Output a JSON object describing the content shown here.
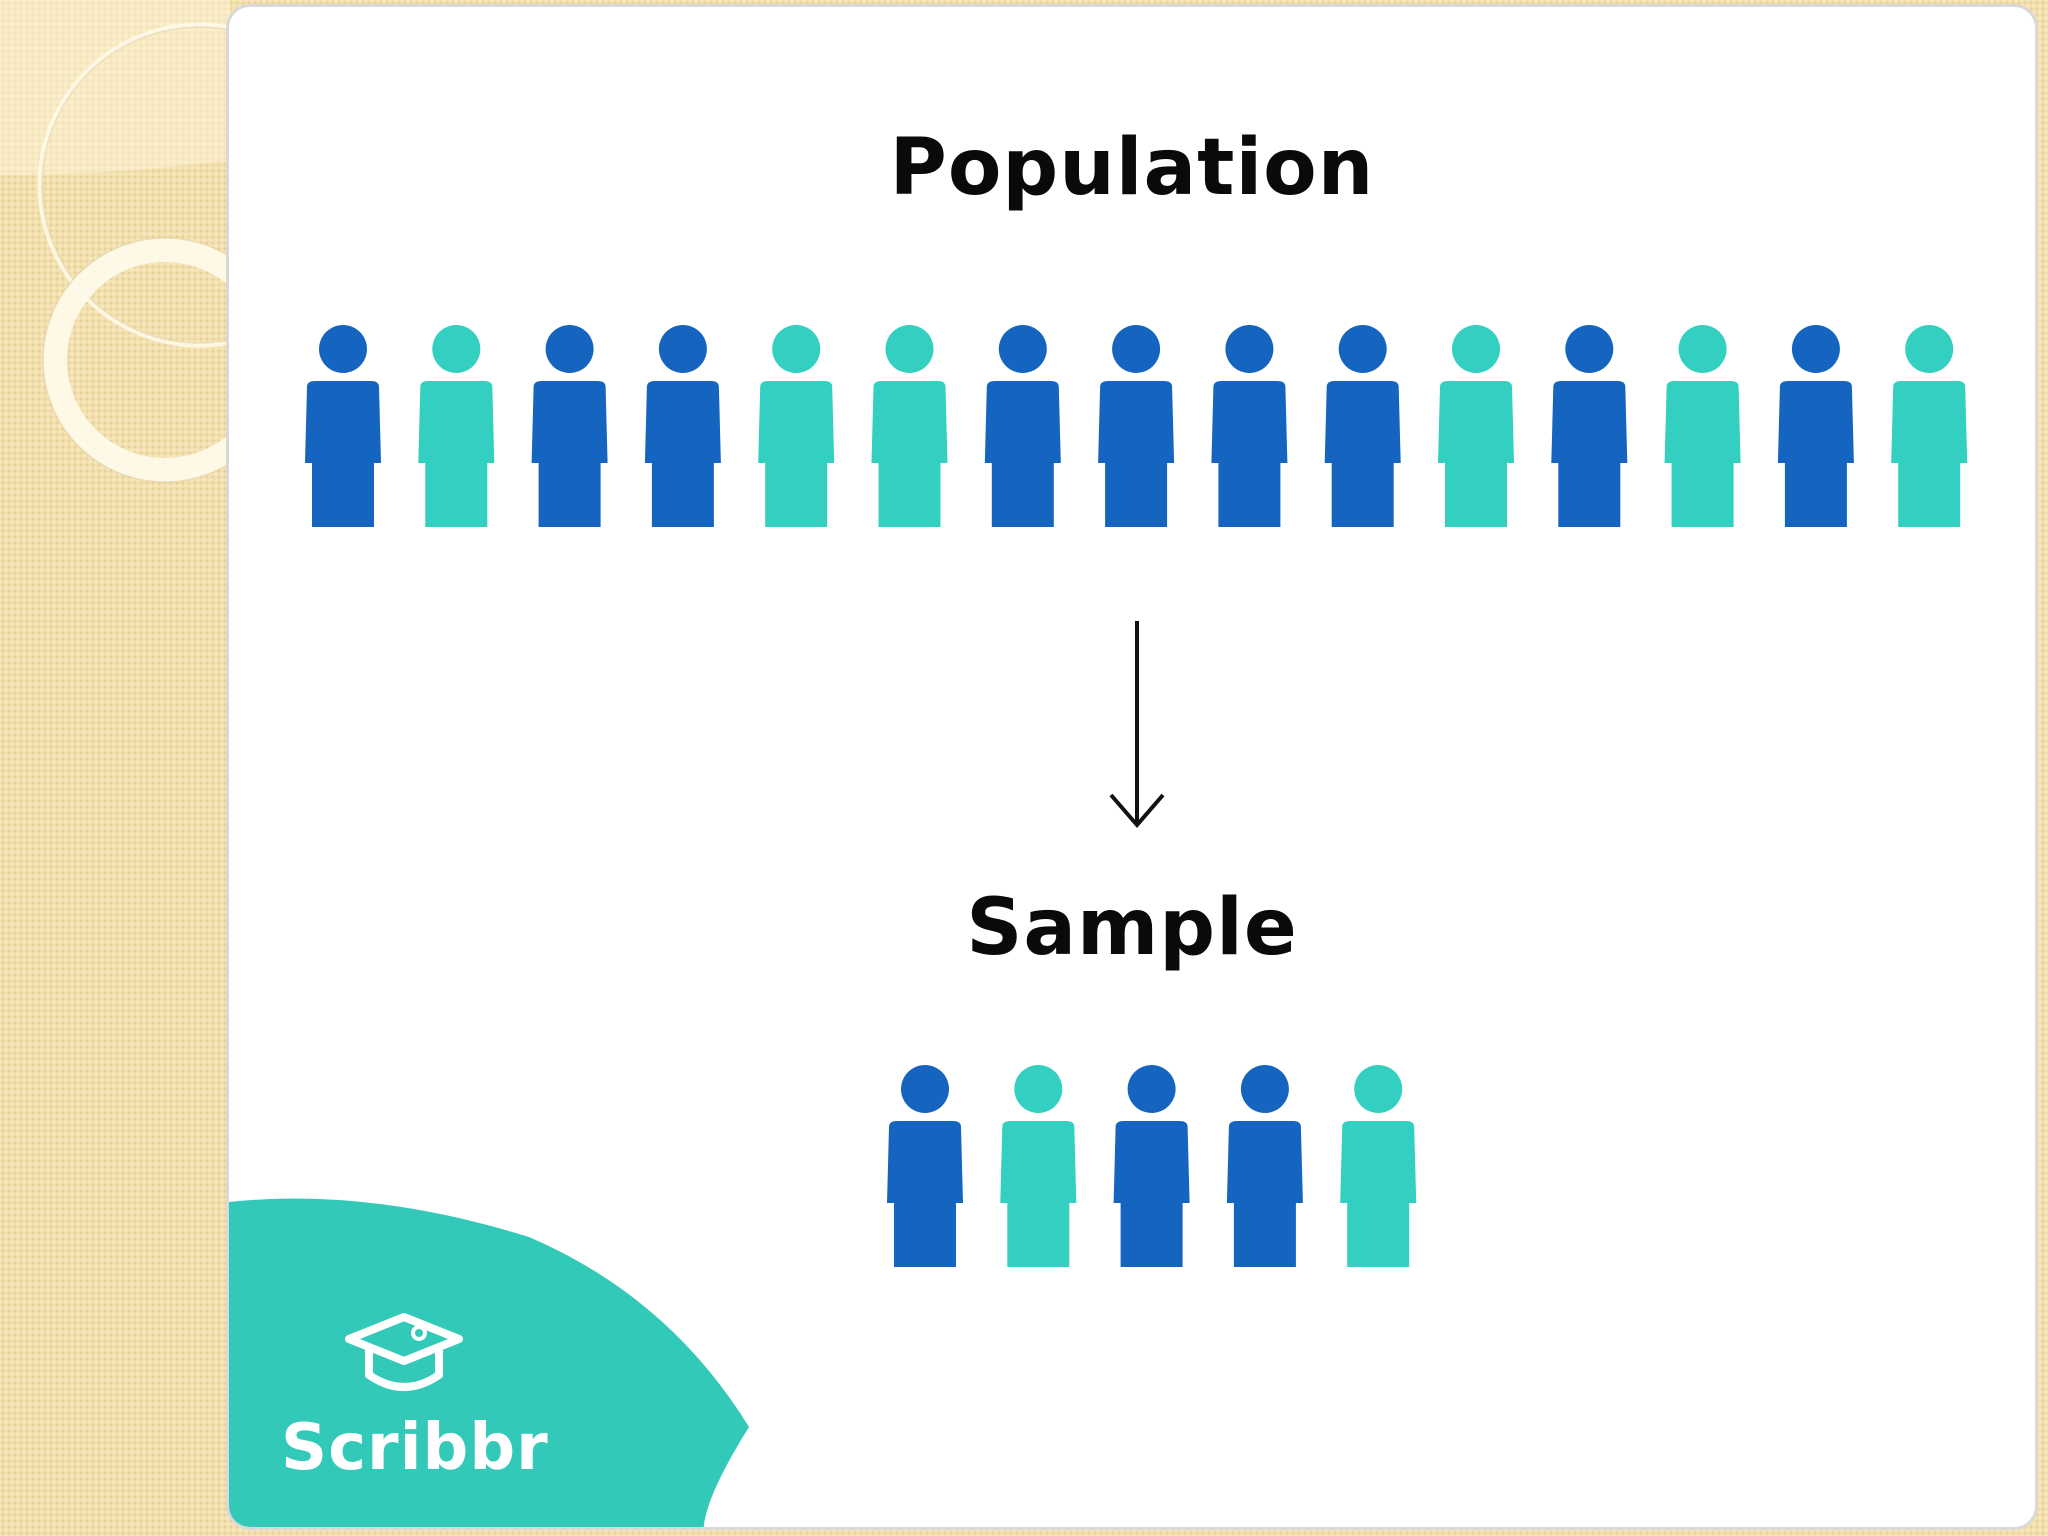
{
  "diagram": {
    "population_title": "Population",
    "sample_title": "Sample",
    "population": [
      "dark",
      "teal",
      "dark",
      "dark",
      "teal",
      "teal",
      "dark",
      "dark",
      "dark",
      "dark",
      "teal",
      "dark",
      "teal",
      "dark",
      "teal"
    ],
    "sample": [
      "dark",
      "teal",
      "dark",
      "dark",
      "teal"
    ]
  },
  "brand": {
    "name": "Scribbr"
  },
  "colors": {
    "dark_blue": "#1565c0",
    "teal": "#33cfc0",
    "brand_teal": "#33c9b8",
    "text": "#0a0a0a",
    "card_border": "#d9d9d9",
    "background": "#f3e0ae"
  }
}
